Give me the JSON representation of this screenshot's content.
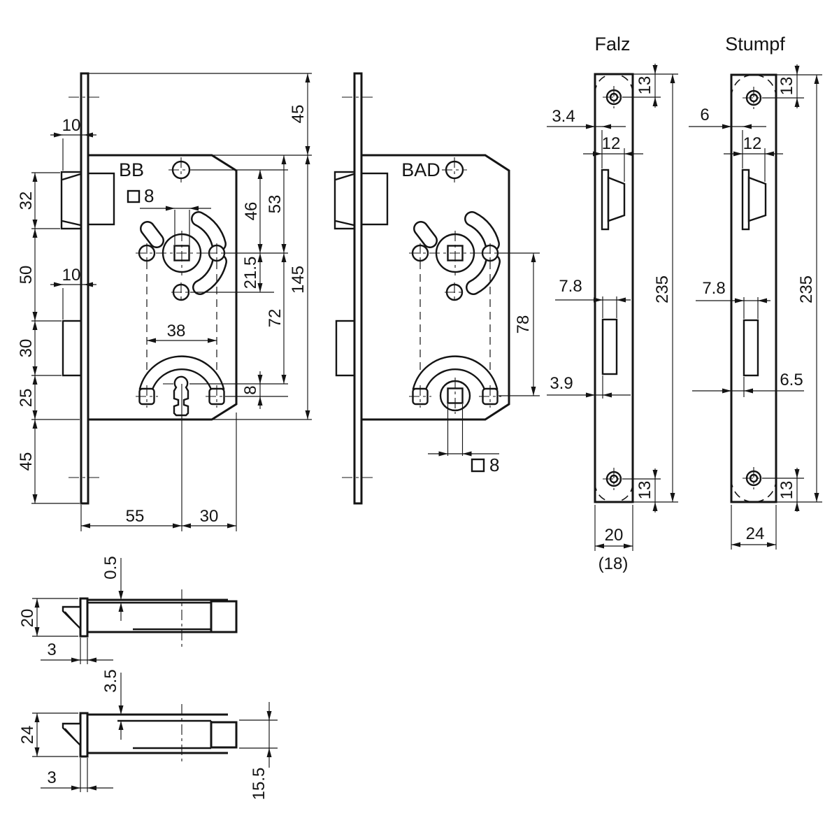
{
  "drawing": {
    "kind": "mortise-lock technical drawing",
    "units": "mm",
    "views": {
      "bb_lock": {
        "title": "BB",
        "spindle_square": "8",
        "dims": {
          "overhang_top": "45",
          "latch_protrusion": "10",
          "bolt_protrusion": "10",
          "latch_height": "32",
          "latch_to_bolt": "50",
          "bolt_height": "30",
          "bolt_to_edge": "25",
          "overhang_bottom": "45",
          "screw_to_spindle": "46",
          "top_to_spindle": "53",
          "spindle_to_stop": "21.5",
          "spindle_to_key": "72",
          "key_to_guide": "8",
          "case_height": "145",
          "guide_spacing": "38",
          "backset": "55",
          "spindle_to_edge": "30"
        }
      },
      "bad_lock": {
        "title": "BAD",
        "spindle_square": "8",
        "dims": {
          "spindle_distance": "78"
        }
      },
      "falz_plate": {
        "title": "Falz",
        "dims": {
          "screw_top": "13",
          "latch_offset": "3.4",
          "latch_width": "12",
          "bolt_width": "7.8",
          "bolt_offset": "3.9",
          "length": "235",
          "screw_bottom": "13",
          "width": "20",
          "width_alt": "(18)"
        }
      },
      "stumpf_plate": {
        "title": "Stumpf",
        "dims": {
          "screw_top": "13",
          "latch_offset": "6",
          "latch_width": "12",
          "bolt_width": "7.8",
          "bolt_offset": "6.5",
          "length": "235",
          "screw_bottom": "13",
          "width": "24"
        }
      },
      "falz_section": {
        "dims": {
          "cover_offset": "0.5",
          "plate_width": "20",
          "plate_thickness": "3"
        }
      },
      "stumpf_section": {
        "dims": {
          "cover_offset": "3.5",
          "plate_width": "24",
          "plate_thickness": "3",
          "pocket_height": "15.5"
        }
      }
    }
  }
}
